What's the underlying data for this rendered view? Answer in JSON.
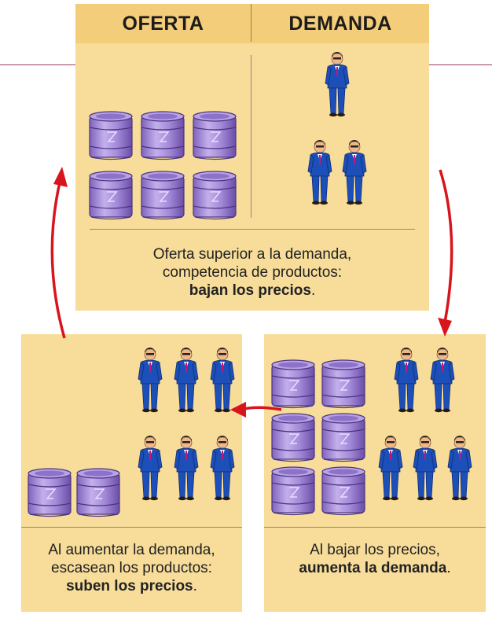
{
  "header": {
    "left_title": "OFERTA",
    "right_title": "DEMANDA"
  },
  "top_panel": {
    "caption_line1": "Oferta superior a la demanda,",
    "caption_line2": "competencia de productos:",
    "caption_bold": "bajan los precios",
    "caption_end": "."
  },
  "bottom_left_panel": {
    "caption_line1": "Al aumentar la demanda,",
    "caption_line2": "escasean los productos:",
    "caption_bold": "suben los precios",
    "caption_end": "."
  },
  "bottom_right_panel": {
    "caption_line1": "Al bajar los precios,",
    "caption_bold": "aumenta la demanda",
    "caption_end": "."
  },
  "icons": {
    "barrel": "barrel-icon",
    "person": "businessman-icon",
    "arrow": "cycle-arrow"
  },
  "colors": {
    "panel": "#f7dc9a",
    "header": "#f4cd7a",
    "barrel": "#a58ad8",
    "suit": "#1d4fb8",
    "arrow": "#d8141c"
  }
}
